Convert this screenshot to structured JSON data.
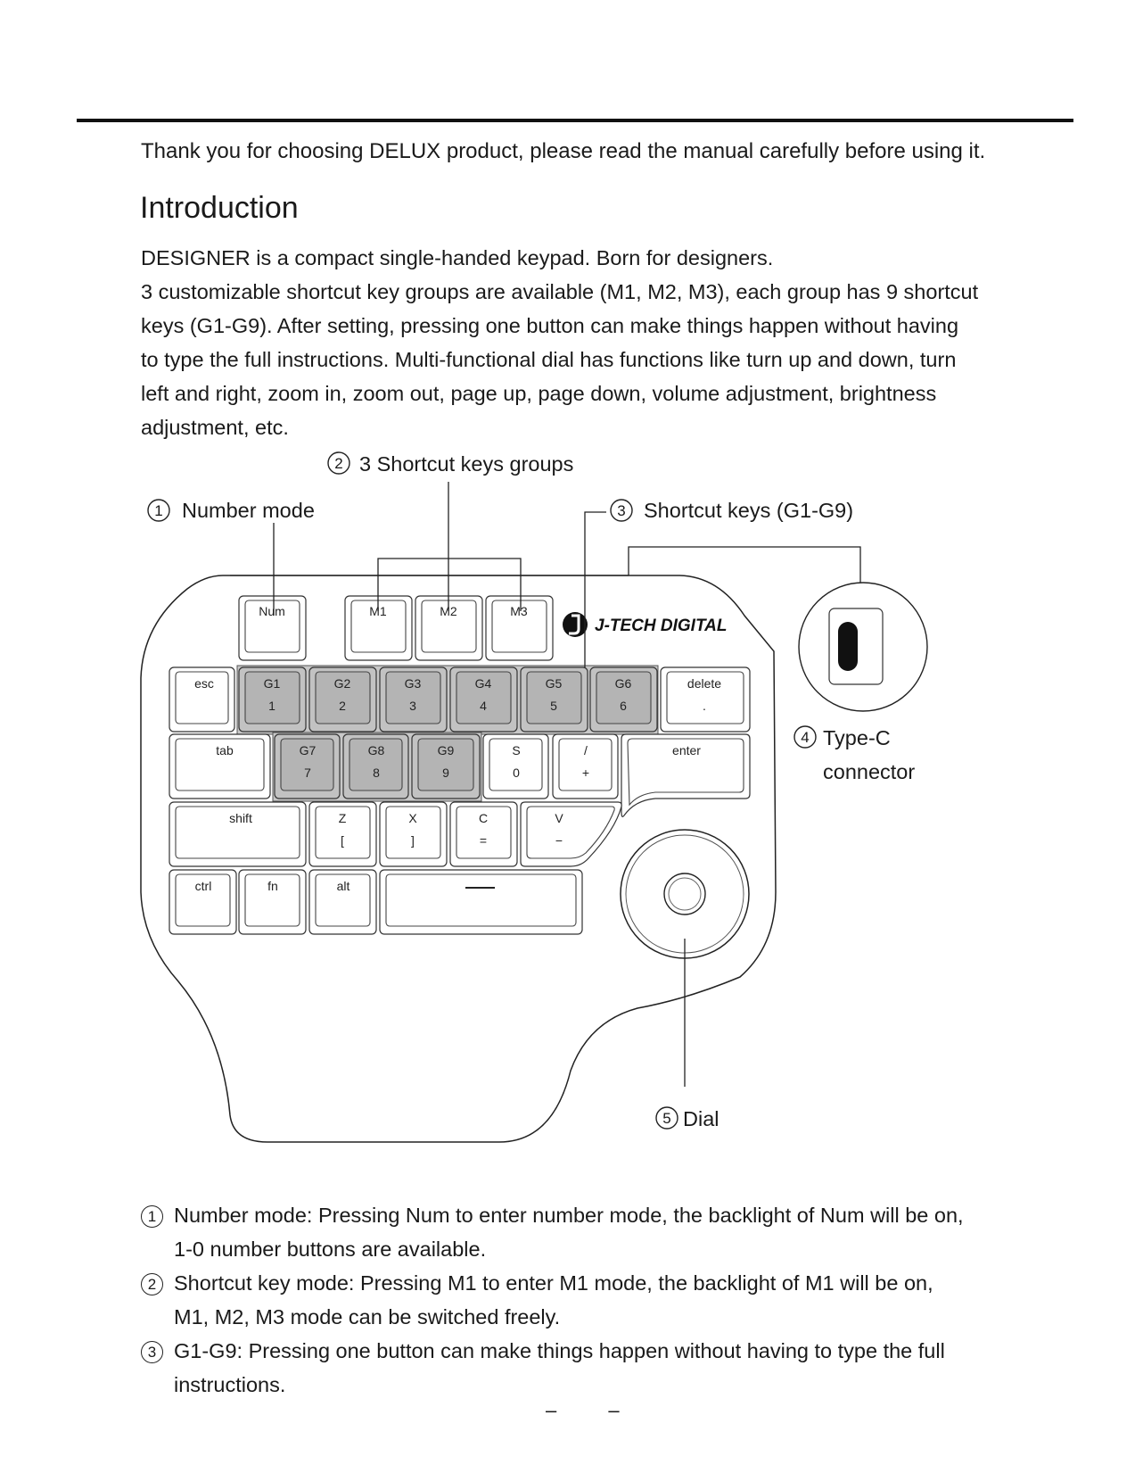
{
  "intro_line": "Thank you for choosing DELUX product, please read the manual carefully before using it.",
  "heading": "Introduction",
  "paragraph": [
    "DESIGNER is a compact single-handed keypad. Born for designers.",
    "3 customizable shortcut key groups are available (M1, M2, M3), each group has 9 shortcut",
    "keys (G1-G9). After setting, pressing one button can make things happen without having",
    "to type the full instructions. Multi-functional dial has functions like turn up and down, turn",
    "left and right, zoom in, zoom out, page up, page down, volume adjustment, brightness",
    "adjustment, etc."
  ],
  "diagram": {
    "labels": {
      "number_mode": {
        "num": "1",
        "text": "Number mode"
      },
      "shortcut_groups": {
        "num": "2",
        "text": "3 Shortcut keys groups"
      },
      "shortcut_keys": {
        "num": "3",
        "text": "Shortcut keys (G1-G9)"
      },
      "typec": {
        "num": "4",
        "text_line1": "Type-C",
        "text_line2": "connector"
      },
      "dial": {
        "num": "5",
        "text": "Dial"
      }
    },
    "brand": "J-TECH DIGITAL",
    "keys": {
      "num": "Num",
      "m1": "M1",
      "m2": "M2",
      "m3": "M3",
      "esc": "esc",
      "g1": [
        "G1",
        "1"
      ],
      "g2": [
        "G2",
        "2"
      ],
      "g3": [
        "G3",
        "3"
      ],
      "g4": [
        "G4",
        "4"
      ],
      "g5": [
        "G5",
        "5"
      ],
      "g6": [
        "G6",
        "6"
      ],
      "delete": [
        "delete",
        "."
      ],
      "tab": "tab",
      "g7": [
        "G7",
        "7"
      ],
      "g8": [
        "G8",
        "8"
      ],
      "g9": [
        "G9",
        "9"
      ],
      "s": [
        "S",
        "0"
      ],
      "slash": [
        "/",
        "+"
      ],
      "enter": "enter",
      "shift": "shift",
      "z": [
        "Z",
        "["
      ],
      "x": [
        "X",
        "]"
      ],
      "c": [
        "C",
        "="
      ],
      "v": [
        "V",
        "−"
      ],
      "ctrl": "ctrl",
      "fn": "fn",
      "alt": "alt"
    }
  },
  "callouts": [
    {
      "num": "1",
      "lines": [
        "Number mode: Pressing Num to enter number mode, the backlight of Num will be on,",
        "1-0 number buttons are available."
      ]
    },
    {
      "num": "2",
      "lines": [
        "Shortcut key mode: Pressing M1 to enter M1 mode, the backlight of M1 will be on,",
        "M1, M2, M3 mode can be switched freely."
      ]
    },
    {
      "num": "3",
      "lines": [
        "G1-G9: Pressing one button can make things happen without having to type the full",
        "instructions."
      ]
    }
  ],
  "page_number": "– –"
}
